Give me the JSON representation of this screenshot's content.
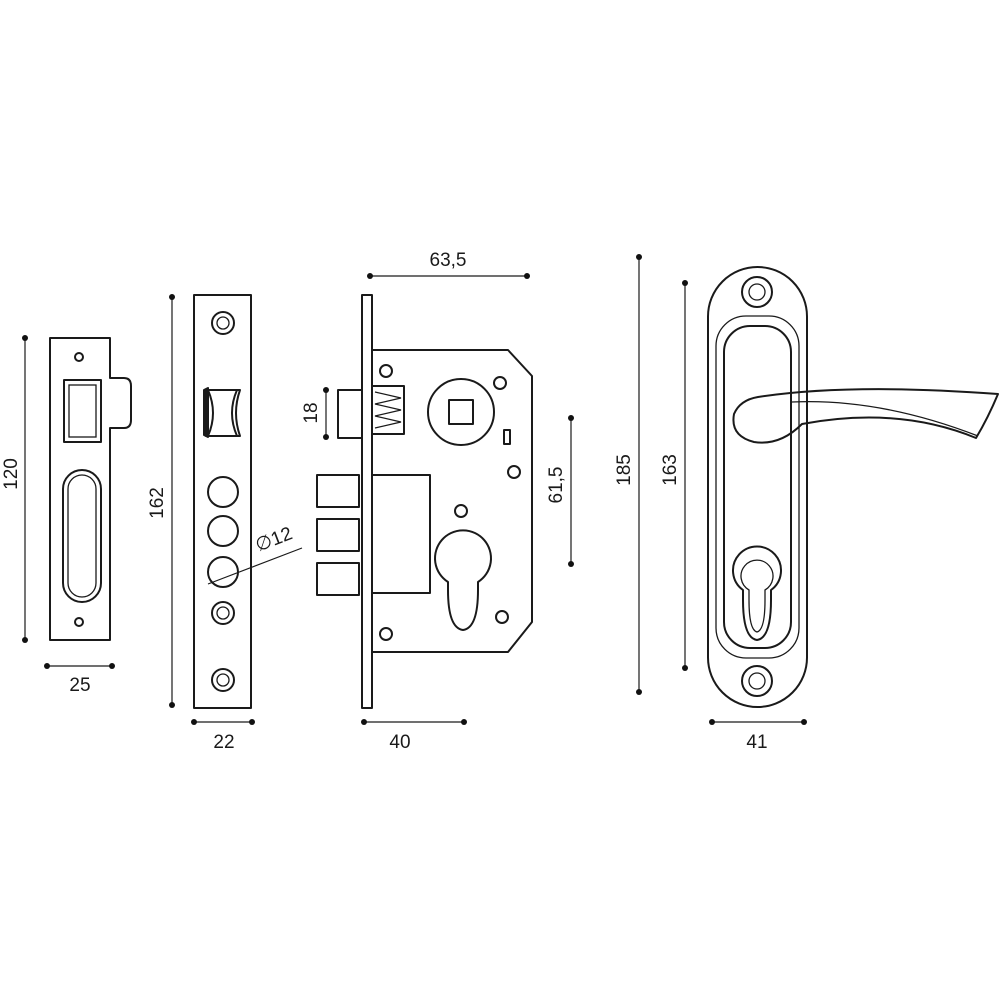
{
  "dimensions": {
    "strike_height": "120",
    "strike_width": "25",
    "faceplate_height": "162",
    "faceplate_width": "22",
    "bolt_diameter": "∅12",
    "backset": "63,5",
    "latch_height": "18",
    "center_distance": "61,5",
    "body_width": "40",
    "handle_total_height": "185",
    "handle_inner_height": "163",
    "handle_width": "41"
  },
  "colors": {
    "line": "#1a1a1a",
    "background": "#ffffff"
  }
}
